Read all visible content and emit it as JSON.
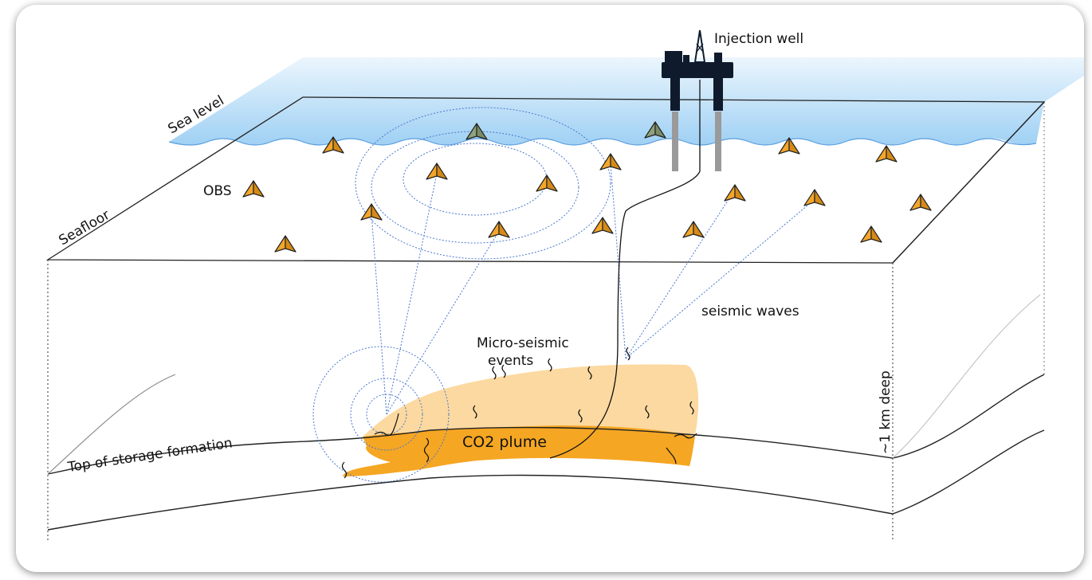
{
  "diagram": {
    "labels": {
      "injection_well": "Injection well",
      "sea_level": "Sea level",
      "obs": "OBS",
      "seafloor": "Seafloor",
      "seismic_waves": "seismic waves",
      "micro_seismic_line1": "Micro-seismic",
      "micro_seismic_line2": "events",
      "depth": "~1 km deep",
      "co2_plume": "CO2 plume",
      "storage_formation": "Top of storage formation"
    },
    "colors": {
      "sea": "#8ec8f2",
      "plume_light": "#fcd9a0",
      "plume_dark": "#f5a623",
      "obs_orange": "#f2a62b",
      "obs_grey": "#8fa27a",
      "wave_lines": "#4a78d0"
    },
    "icons": {
      "platform": "oil-rig-icon",
      "obs_marker": "pyramid-sensor-icon"
    }
  }
}
